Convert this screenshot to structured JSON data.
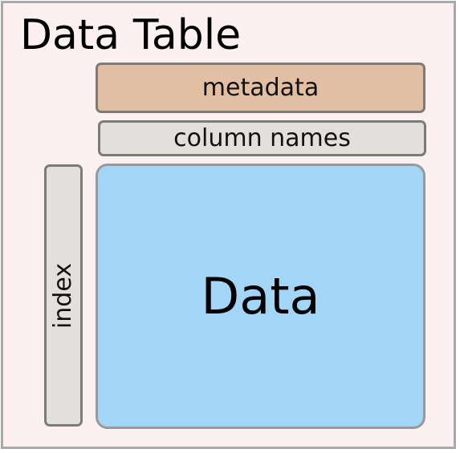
{
  "diagram": {
    "title": "Data Table",
    "metadata_label": "metadata",
    "column_names_label": "column names",
    "index_label": "index",
    "data_label": "Data"
  },
  "colors": {
    "background": "#fcf1f0",
    "border": "#a9a9a9",
    "metadata_fill": "#e2bfa3",
    "header_fill": "#e3dfdd",
    "data_fill": "#a3d6f6"
  }
}
